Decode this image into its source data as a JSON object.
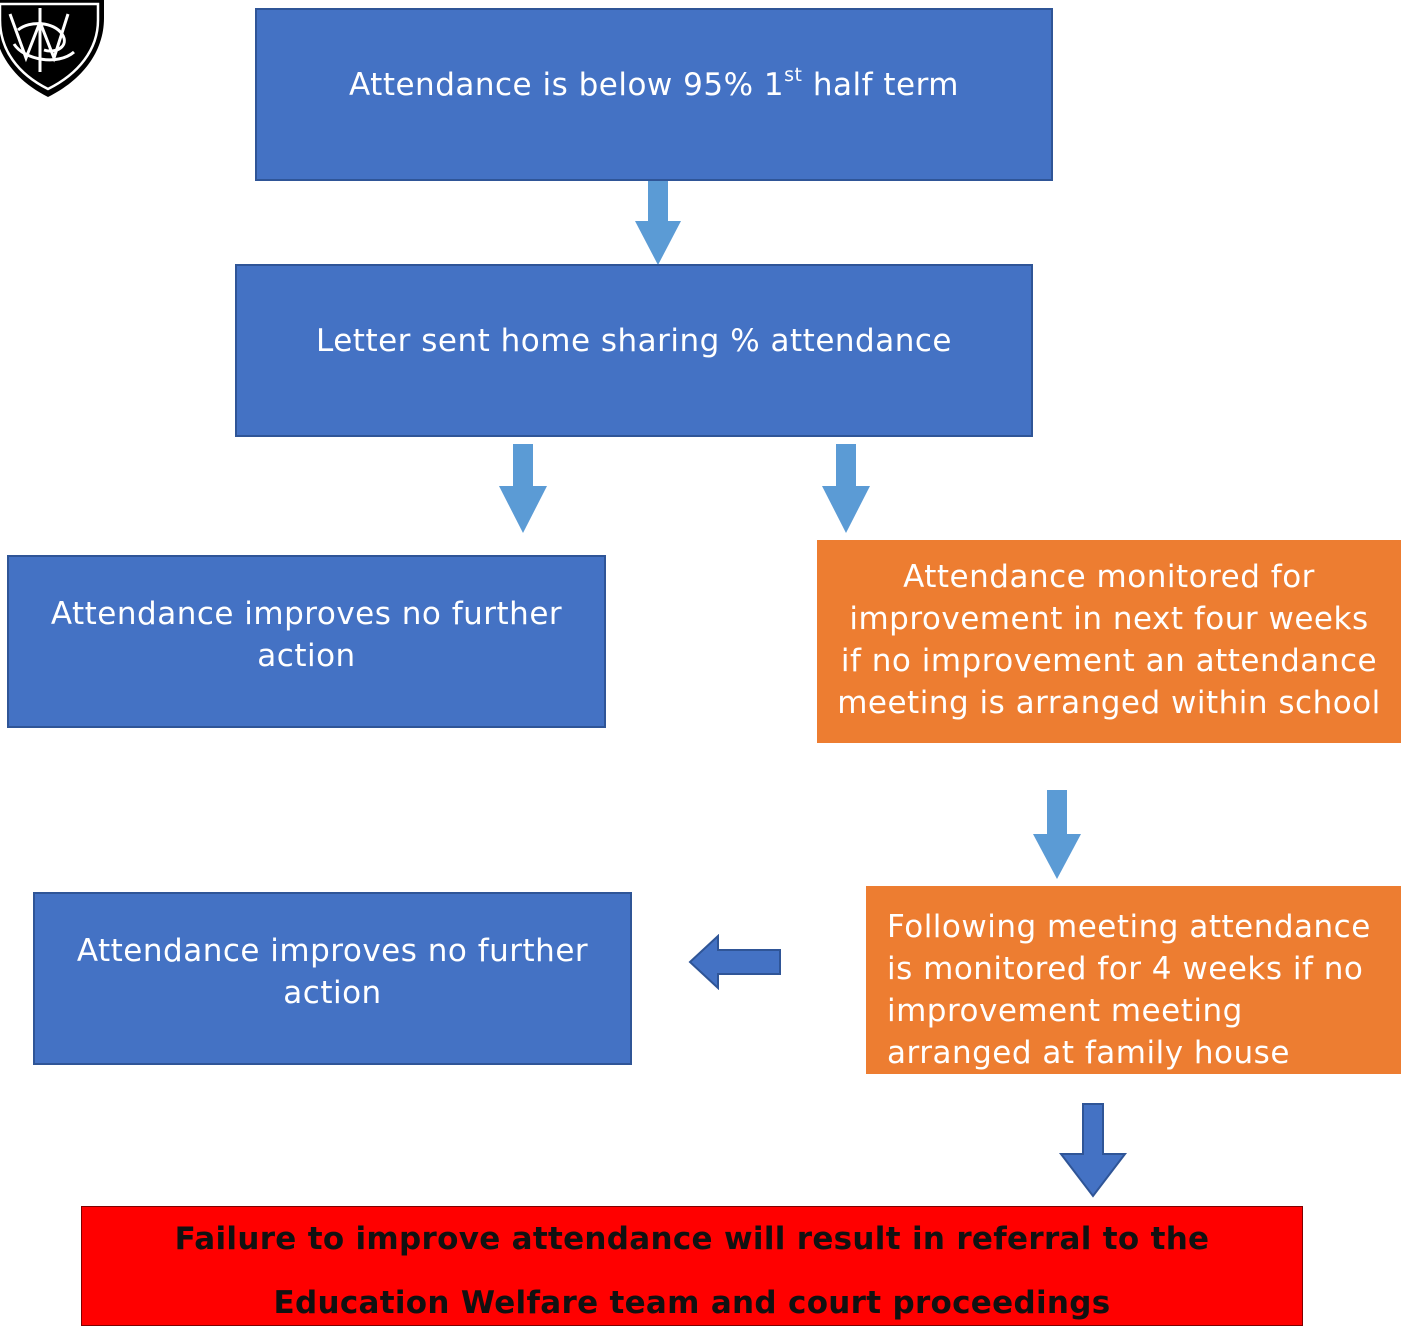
{
  "boxes": {
    "start": {
      "text_main": "Attendance is below 95% 1",
      "text_sup": "st",
      "text_end": " half term"
    },
    "letter": {
      "text": "Letter sent home sharing % attendance"
    },
    "improves_1": {
      "line1": "Attendance improves no further",
      "line2": "action"
    },
    "monitored": {
      "line1": "Attendance monitored for",
      "line2": "improvement in next four weeks",
      "line3": "if no improvement an attendance",
      "line4": "meeting is arranged within school"
    },
    "improves_2": {
      "line1": "Attendance improves no further",
      "line2": "action"
    },
    "following": {
      "line1": "Following meeting attendance",
      "line2": "is monitored for 4 weeks if no",
      "line3": "improvement meeting",
      "line4": "arranged at family house"
    },
    "failure": {
      "line1": "Failure to improve attendance will result in referral to the",
      "line2": "Education Welfare team and court proceedings"
    }
  },
  "colors": {
    "blue_box": "#4472c4",
    "orange_box": "#ed7d31",
    "red_box": "#ff0000",
    "light_arrow": "#5b9bd5",
    "dark_arrow": "#4472c4"
  },
  "icons": {
    "logo": "school-crest-icon"
  }
}
